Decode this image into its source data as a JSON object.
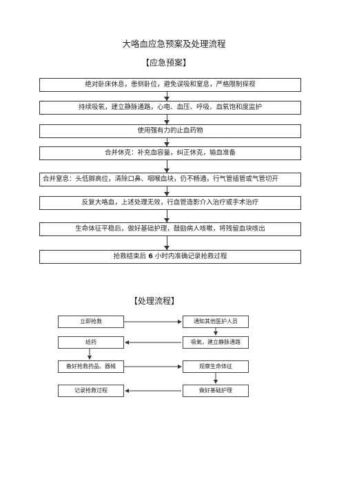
{
  "document": {
    "title": "大咯血应急预案及处理流程",
    "emergency_heading": "【应急预案】",
    "process_heading": "【处理流程】"
  },
  "steps": [
    "绝对卧床休息，患侧卧位，避免误吸和窒息，严格限制探视",
    "持续吸氧，建立静脉通路，心电、血压、呼吸、血氧饱和度监护",
    "使用强有力的止血药物",
    "合并休克：补充血容量，纠正休克，输血准备",
    "合并窒息：头低脚高位，清除口鼻、咽喉血块，仍不畅通，行气管插管或气管切开",
    "反复大咯血，上述处理无效，行血管造影介入治疗或手术治疗",
    "生命体征平稳后，做好基础护理，鼓励病人咳嗽，将残留血块咳出"
  ],
  "last_step": {
    "prefix": "抢救结束后",
    "bold": "6",
    "suffix": "小时内准确记录抢救过程"
  },
  "flow": {
    "left": [
      "立即抢救",
      "给药",
      "备好抢救药品、器械",
      "记录抢救过程"
    ],
    "right": [
      "通知其他医护人员",
      "吸氧，建立静脉通路",
      "观察生命体征",
      "做好基础护理"
    ]
  }
}
